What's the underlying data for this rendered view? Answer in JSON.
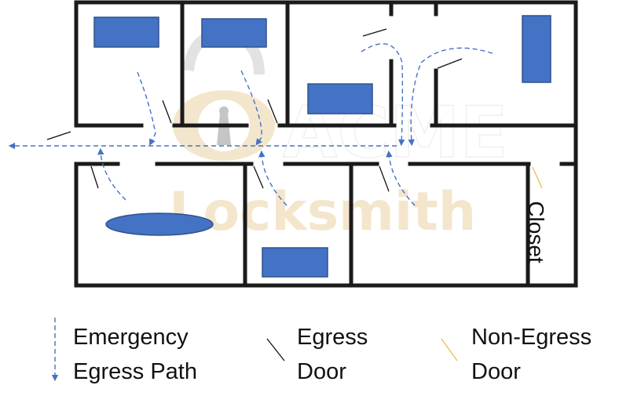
{
  "watermark": {
    "brand": "ACME",
    "name": "Locksmith"
  },
  "rooms": {
    "closet_label": "Closet"
  },
  "legend": {
    "egress_path": {
      "line1": "Emergency",
      "line2": "Egress Path"
    },
    "egress_door": {
      "line1": "Egress",
      "line2": "Door"
    },
    "non_egress_door": {
      "line1": "Non-Egress",
      "line2": "Door"
    }
  },
  "colors": {
    "wall": "#1a1a1a",
    "furniture": "#4472c4",
    "path": "#4472c4",
    "egress_door": "#111111",
    "non_egress_door": "#e8c14a",
    "watermark": "#f3e2c4"
  }
}
